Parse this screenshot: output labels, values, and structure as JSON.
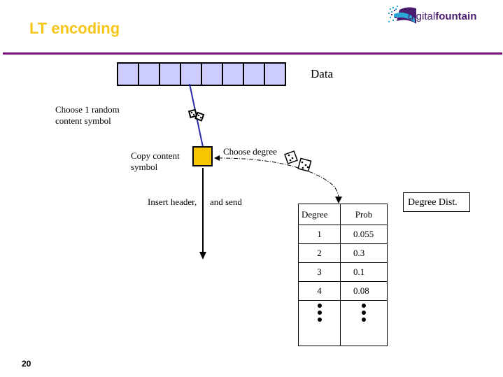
{
  "header": {
    "title": "LT encoding",
    "logo": {
      "brand_light": "digital",
      "brand_bold": "fountain"
    },
    "accent_color": "#7b0f7e",
    "title_color": "#f5c518"
  },
  "diagram": {
    "data_label": "Data",
    "data_cell_count": 8,
    "choose_random": [
      "Choose 1 random",
      "content symbol"
    ],
    "copy_content": [
      "Copy content",
      "symbol"
    ],
    "choose_degree": "Choose degree",
    "insert_header": "Insert header,",
    "and_send": "and send",
    "degree_dist_label": "Degree Dist.",
    "table": {
      "headers": [
        "Degree",
        "Prob"
      ],
      "rows": [
        {
          "degree": "1",
          "prob": "0.055"
        },
        {
          "degree": "2",
          "prob": "0.3"
        },
        {
          "degree": "3",
          "prob": "0.1"
        },
        {
          "degree": "4",
          "prob": "0.08"
        }
      ]
    }
  },
  "footer": {
    "page_number": "20"
  }
}
